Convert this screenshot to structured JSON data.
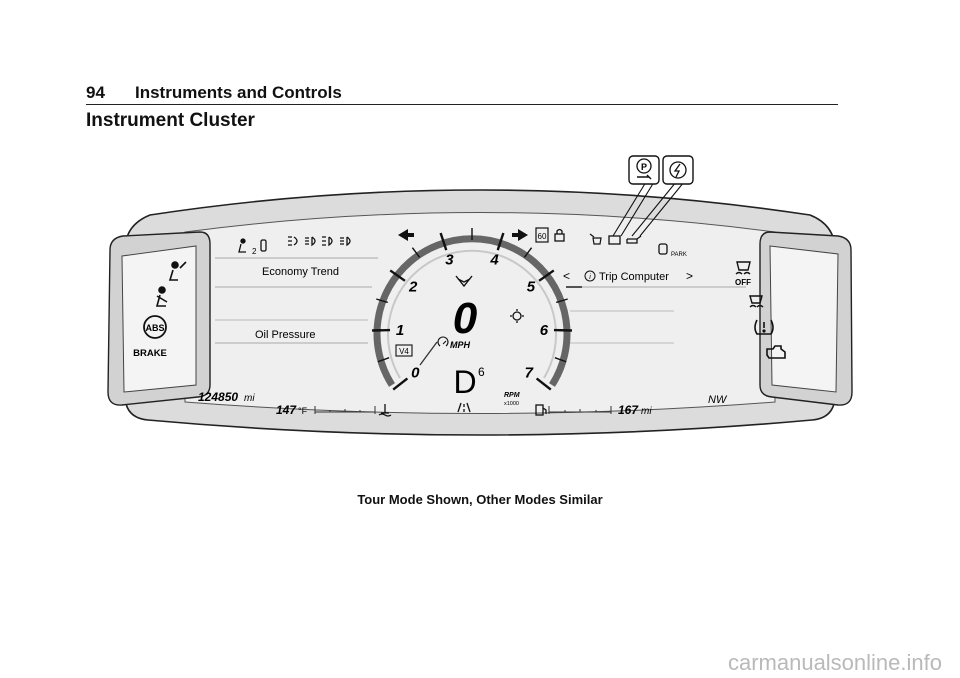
{
  "header": {
    "page_number": "94",
    "chapter": "Instruments and Controls"
  },
  "section_title": "Instrument Cluster",
  "cluster": {
    "left_panel": {
      "top_label": "Economy Trend",
      "bottom_label": "Oil Pressure",
      "odometer": "124850",
      "odometer_unit": "mi",
      "temperature": "147",
      "temperature_unit": "°F",
      "seatbelt_count": "2"
    },
    "right_panel": {
      "menu_title": "Trip Computer",
      "range": "167",
      "range_unit": "mi",
      "compass": "NW",
      "park_label": "PARK",
      "speed_limit": "60"
    },
    "gauge": {
      "speed": "0",
      "speed_unit": "MPH",
      "gear": "D",
      "gear_number": "6",
      "cylinder_mode": "V4",
      "rpm_label": "RPM",
      "rpm_scale": "x1000",
      "ticks": [
        "0",
        "1",
        "2",
        "3",
        "4",
        "5",
        "6",
        "7"
      ]
    },
    "left_pod": {
      "brake_label": "BRAKE",
      "abs_label": "ABS"
    },
    "right_pod": {
      "off_label": "OFF"
    },
    "callouts": {
      "park_brake_symbol": "P"
    }
  },
  "caption": "Tour Mode Shown, Other Modes Similar",
  "watermark": "carmanualsonline.info"
}
